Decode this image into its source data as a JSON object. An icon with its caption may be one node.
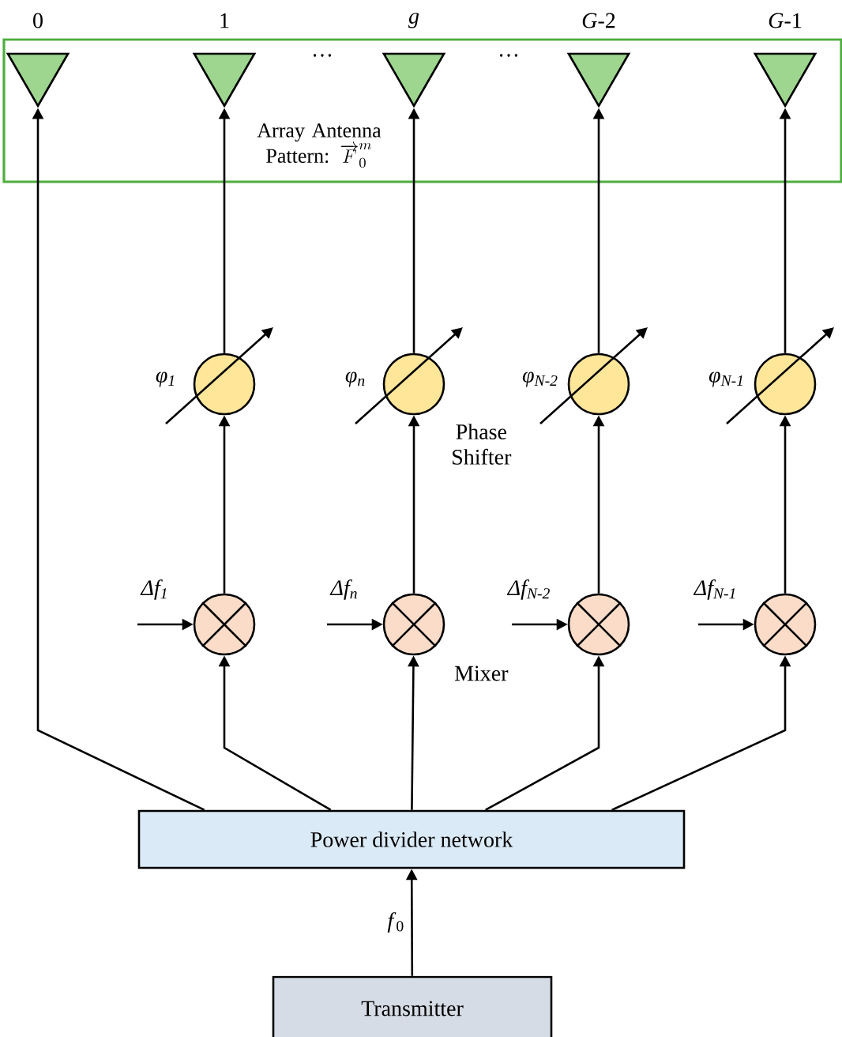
{
  "diagram": {
    "nodes": [
      {
        "text": [
          "Array Antenna Pattern:",
          "\\overrightarrow{F}_{0}^{m}"
        ]
      },
      {
        "text": [
          "0"
        ],
        "in": 0
      },
      {
        "text": [
          "1"
        ],
        "in": 0
      },
      {
        "text": [
          "*g*"
        ],
        "in": 0
      },
      {
        "text": [
          "*G*-2"
        ],
        "in": 0
      },
      {
        "text": [
          "*G*-1"
        ],
        "in": 0
      },
      {
        "text": [],
        "shape": "circle",
        "beside": [
          "*φ*$_{1}$"
        ]
      },
      {
        "text": [],
        "shape": "circle",
        "beside": [
          "*φ*$_{n}$"
        ]
      },
      {
        "text": [],
        "shape": "circle",
        "beside": [
          "*φ*$_{N-2}$"
        ]
      },
      {
        "text": [],
        "shape": "circle",
        "beside": [
          "*φ*$_{N-1}$"
        ]
      },
      {
        "text": [],
        "shape": "circle",
        "beside": [
          "Δf$_{1}$"
        ]
      },
      {
        "text": [],
        "shape": "circle",
        "beside": [
          "Δf$_{n}$"
        ]
      },
      {
        "text": [],
        "shape": "circle",
        "beside": [
          "Δf$_{N-2}$"
        ]
      },
      {
        "text": [],
        "shape": "circle",
        "beside": [
          "Δf$_{N-1}$"
        ]
      },
      {
        "text": [
          "Power divider network"
        ]
      },
      {
        "text": [
          "Transmitter"
        ]
      }
    ],
    "edges": [
      {
        "from": 15,
        "to": 14,
        "arrow": "to",
        "label": "*f*$_{0}$"
      },
      {
        "from": 14,
        "to": 1,
        "arrow": "to"
      },
      {
        "from": 14,
        "to": 10,
        "arrow": "to"
      },
      {
        "from": 14,
        "to": 11,
        "arrow": "to"
      },
      {
        "from": 14,
        "to": 12,
        "arrow": "to"
      },
      {
        "from": 14,
        "to": 13,
        "arrow": "to"
      },
      {
        "from": 10,
        "to": 6,
        "arrow": "to"
      },
      {
        "from": 11,
        "to": 7,
        "arrow": "to"
      },
      {
        "from": 12,
        "to": 8,
        "arrow": "to"
      },
      {
        "from": 13,
        "to": 9,
        "arrow": "to"
      },
      {
        "from": 6,
        "to": 2,
        "arrow": "to"
      },
      {
        "from": 7,
        "to": 3,
        "arrow": "to"
      },
      {
        "from": 8,
        "to": 4,
        "arrow": "to"
      },
      {
        "from": 9,
        "to": 5,
        "arrow": "to"
      },
      {
        "from": null,
        "to": 10,
        "arrow": "to"
      },
      {
        "from": null,
        "to": 11,
        "arrow": "to"
      },
      {
        "from": null,
        "to": 12,
        "arrow": "to"
      },
      {
        "from": null,
        "to": 13,
        "arrow": "to"
      }
    ],
    "labels": [
      "…",
      "…",
      "Phase Shifter",
      "Mixer"
    ]
  }
}
